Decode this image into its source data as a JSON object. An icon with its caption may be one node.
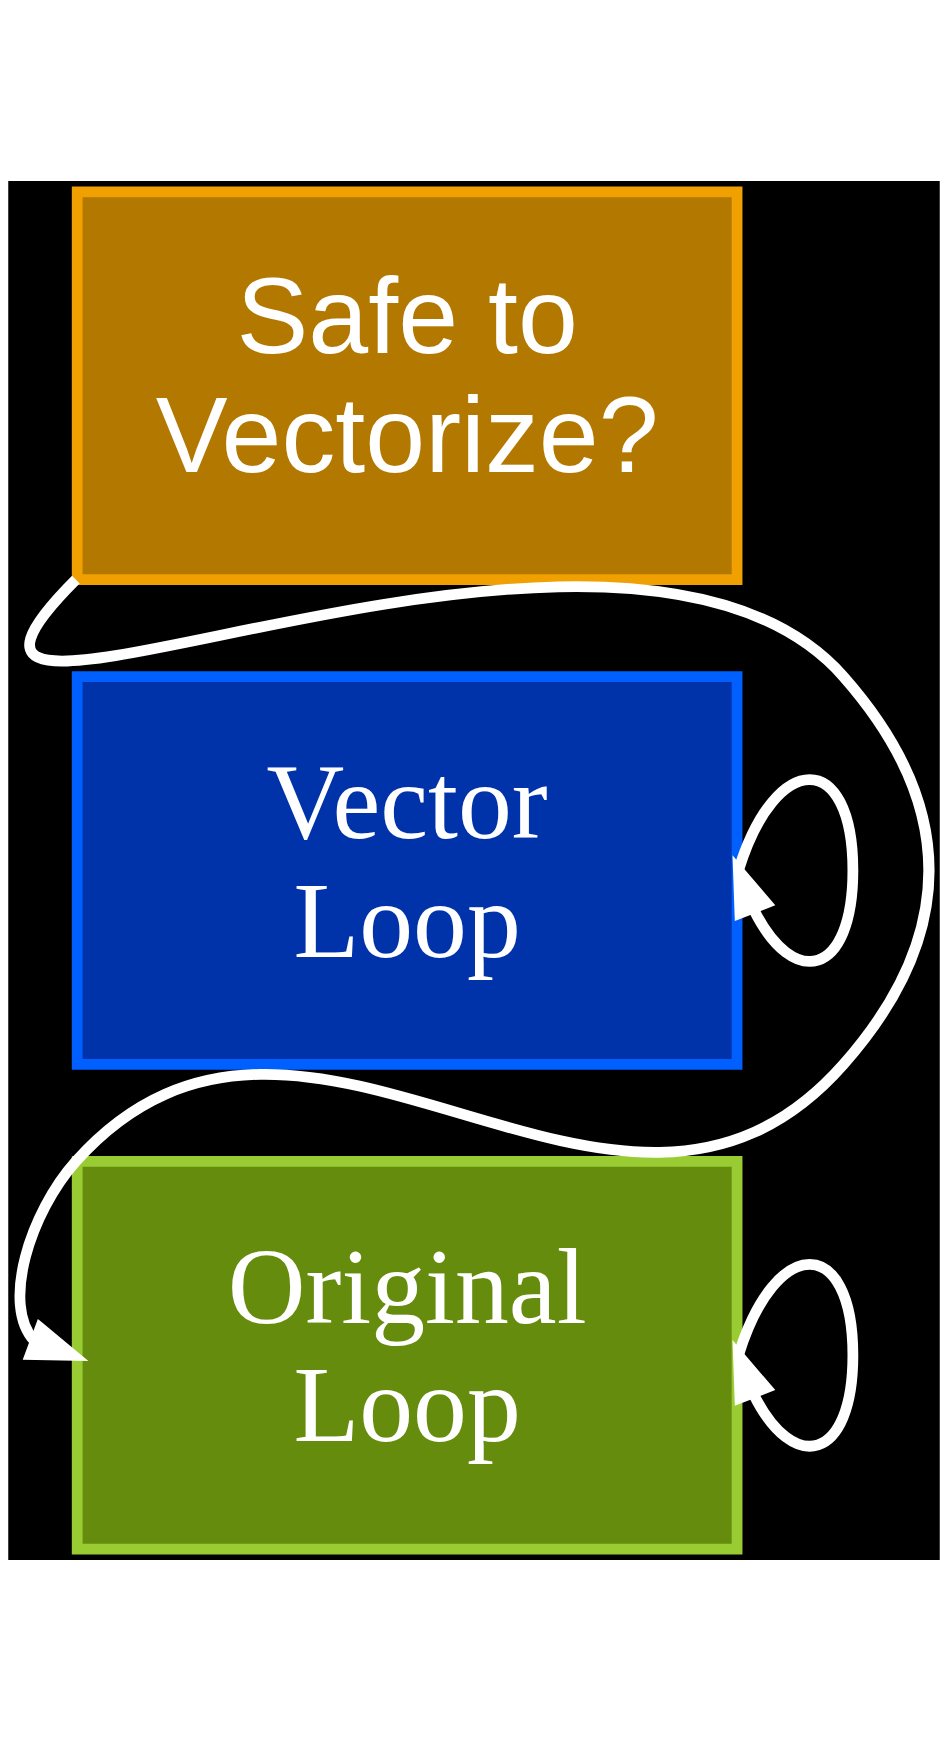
{
  "diagram": {
    "nodes": [
      {
        "text": [
          "Safe to Vectorize?"
        ]
      },
      {
        "text": [
          "Vector Loop"
        ]
      },
      {
        "text": [
          "Original Loop"
        ]
      }
    ],
    "edges": [
      {
        "from": 0,
        "to": 2,
        "arrow": "to"
      },
      {
        "from": 1,
        "to": 1,
        "arrow": "to"
      },
      {
        "from": 2,
        "to": 2,
        "arrow": "to"
      }
    ]
  }
}
